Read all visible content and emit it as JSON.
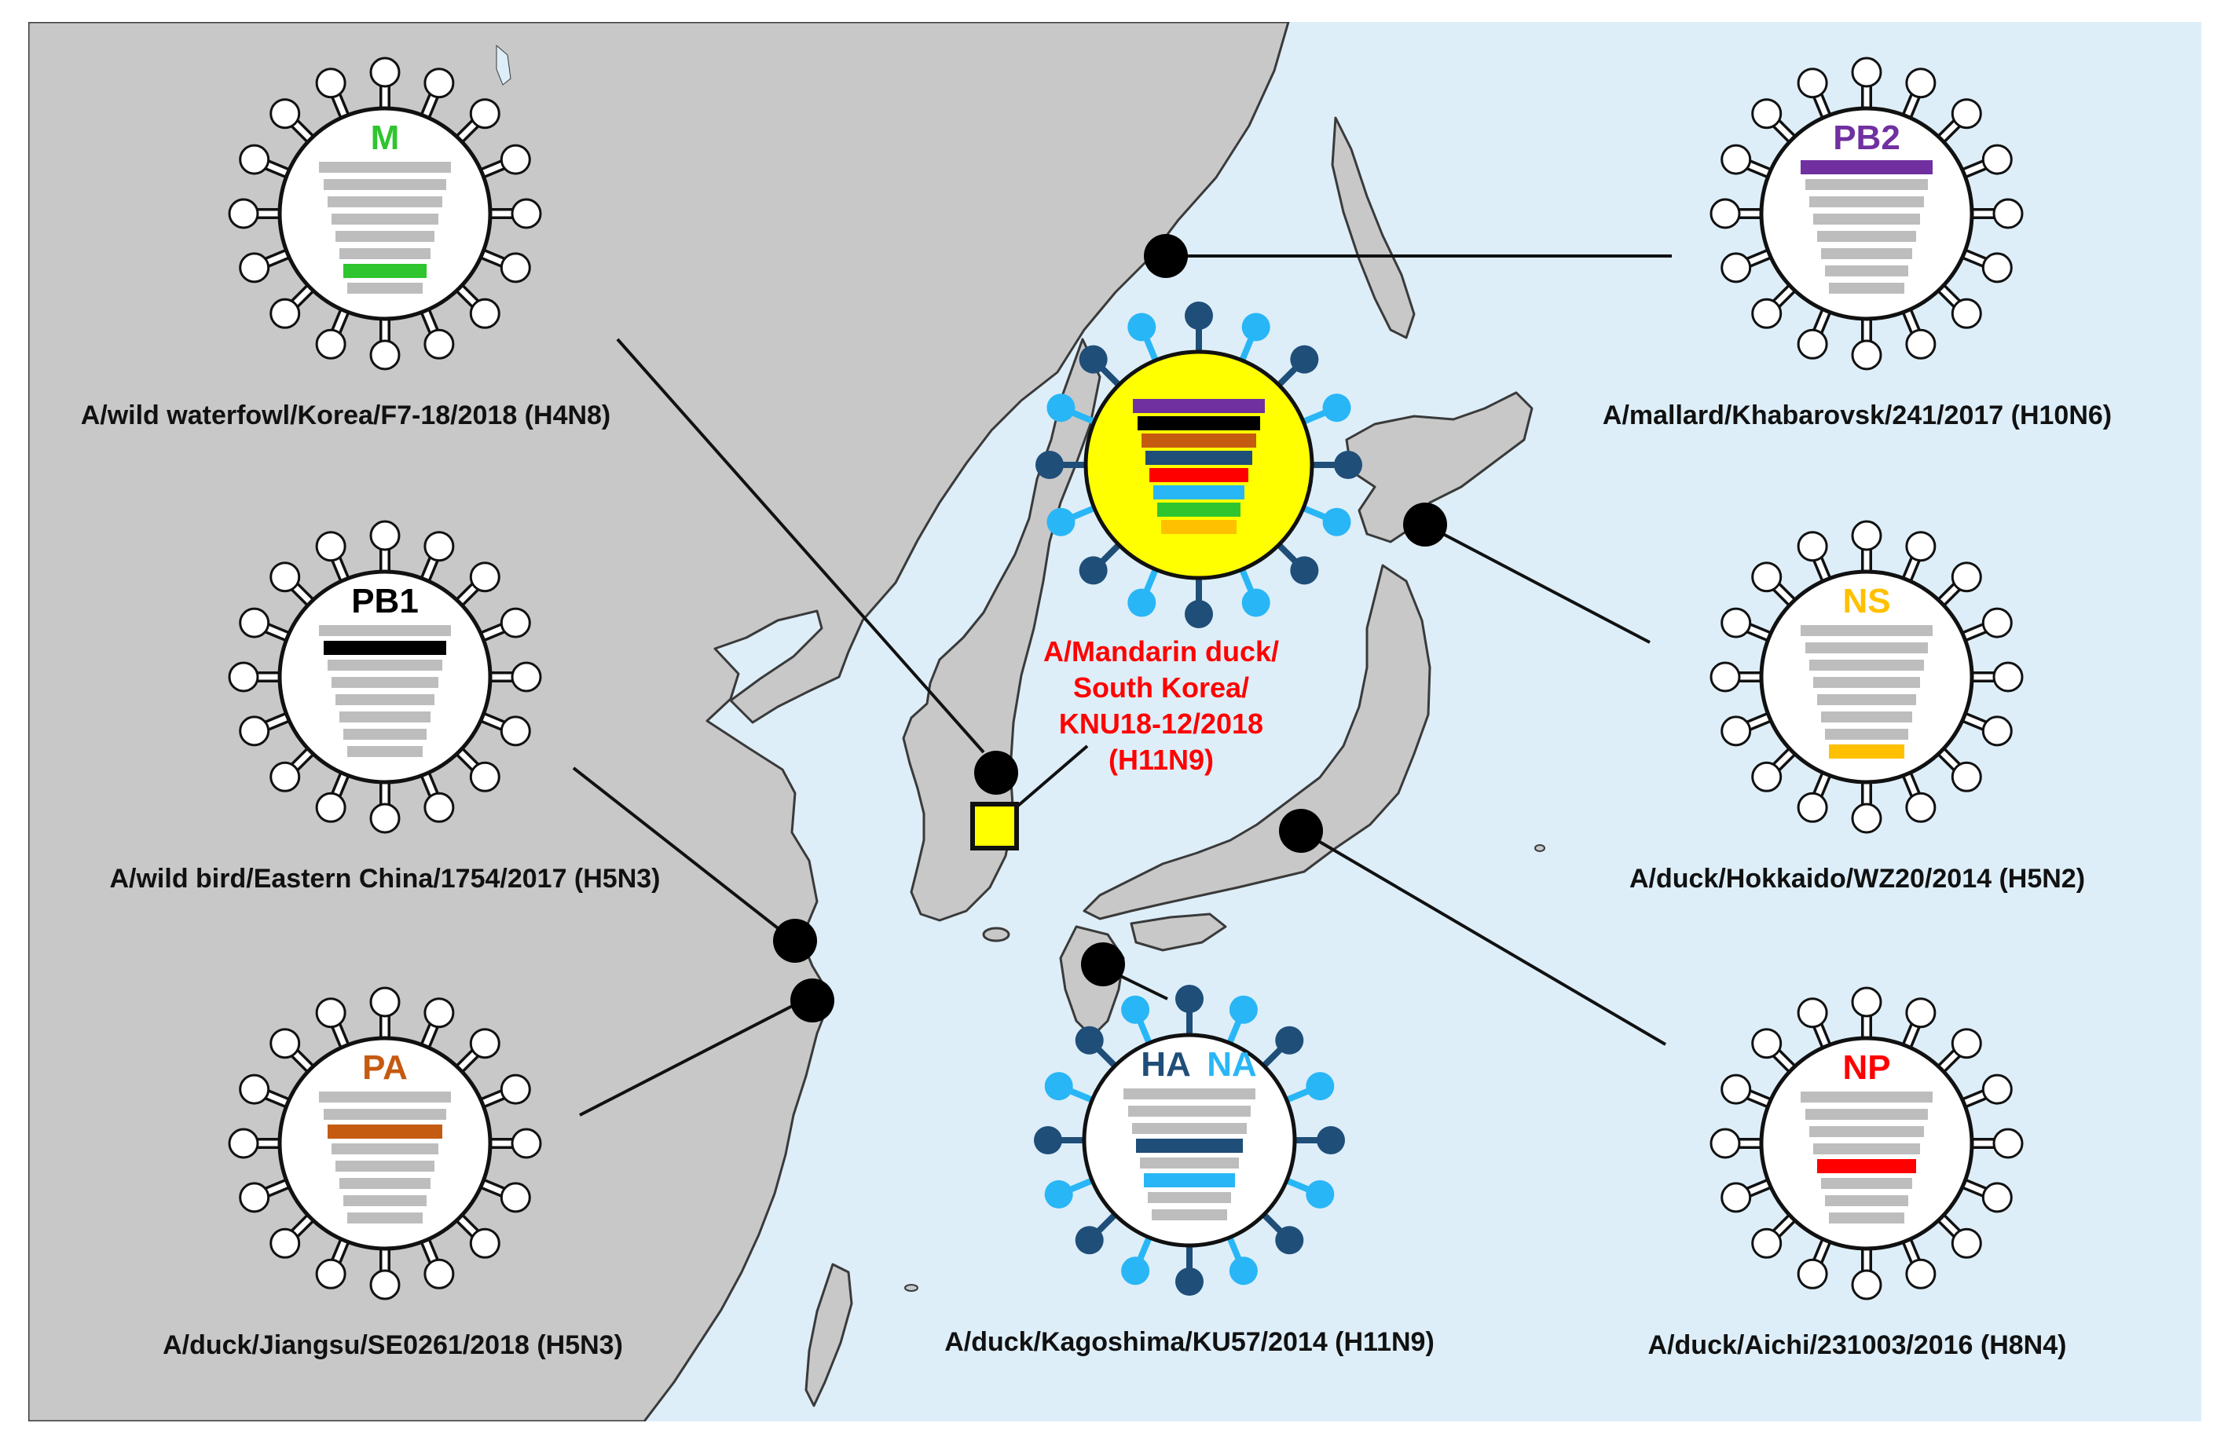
{
  "colors": {
    "sea": "#DDEEF8",
    "land": "#C8C8C8",
    "land_edge": "#3A3A3A",
    "bar_grey": "#BDBDBD",
    "PB2": "#7030A0",
    "PB1": "#000000",
    "PA": "#C55A11",
    "HA": "#1F4E79",
    "NP": "#FF0000",
    "NA": "#29B6F6",
    "M": "#2EC52E",
    "NS": "#FFC000",
    "reassortant_fill": "#FFFF00",
    "reassortant_label": "#FF0000"
  },
  "segment_order": [
    "PB2",
    "PB1",
    "PA",
    "HA",
    "NP",
    "NA",
    "M",
    "NS"
  ],
  "reassortant": {
    "name_lines": [
      "A/Mandarin duck/",
      "South Korea/",
      "KNU18-12/2018",
      "(H11N9)"
    ],
    "sampling_site_marker": "yellow-square"
  },
  "donors": [
    {
      "id": "m",
      "segment": "M",
      "strain": "A/wild waterfowl/Korea/F7-18/2018 (H4N8)"
    },
    {
      "id": "pb1",
      "segment": "PB1",
      "strain": "A/wild bird/Eastern China/1754/2017 (H5N3)"
    },
    {
      "id": "pa",
      "segment": "PA",
      "strain": "A/duck/Jiangsu/SE0261/2018 (H5N3)"
    },
    {
      "id": "pb2",
      "segment": "PB2",
      "strain": "A/mallard/Khabarovsk/241/2017 (H10N6)"
    },
    {
      "id": "ns",
      "segment": "NS",
      "strain": "A/duck/Hokkaido/WZ20/2014 (H5N2)"
    },
    {
      "id": "np",
      "segment": "NP",
      "strain": "A/duck/Aichi/231003/2016 (H8N4)"
    },
    {
      "id": "hana",
      "segment_a": "HA",
      "segment_b": "NA",
      "strain": "A/duck/Kagoshima/KU57/2014 (H11N9)"
    }
  ]
}
